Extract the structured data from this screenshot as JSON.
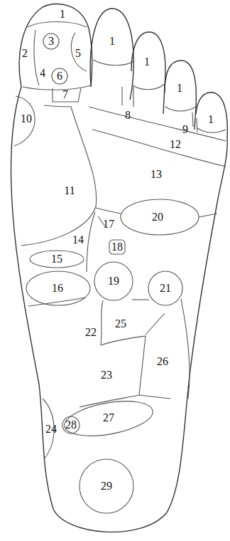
{
  "diagram": {
    "labels": [
      "1",
      "1",
      "3",
      "2",
      "5",
      "1",
      "4",
      "6",
      "1",
      "7",
      "8",
      "10",
      "1",
      "9",
      "12",
      "13",
      "11",
      "20",
      "17",
      "14",
      "18",
      "15",
      "19",
      "21",
      "16",
      "25",
      "22",
      "26",
      "23",
      "27",
      "28",
      "24",
      "29"
    ]
  }
}
